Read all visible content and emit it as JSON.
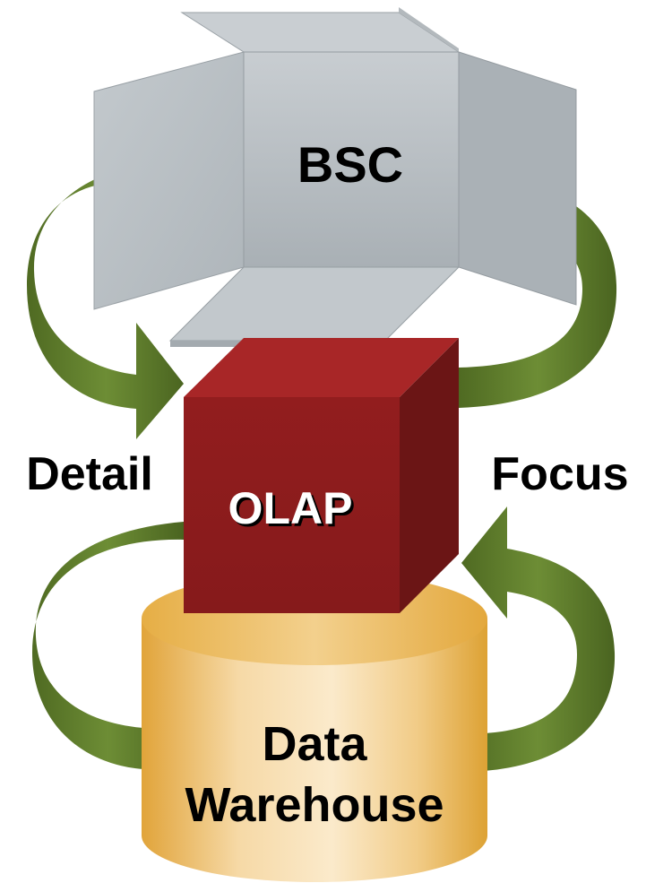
{
  "labels": {
    "bsc": "BSC",
    "olap": "OLAP",
    "detail": "Detail",
    "focus": "Focus",
    "warehouse_line1": "Data",
    "warehouse_line2": "Warehouse"
  },
  "colors": {
    "arrow_green": "#6a8a34",
    "arrow_dark": "#47601f",
    "box_gray": "#bfc5c9",
    "cube_front": "#8e1c1d",
    "cube_top": "#a62425",
    "cube_side": "#6a1414",
    "cylinder_gold": "#e0a43c",
    "cylinder_light": "#f8e3bb"
  }
}
